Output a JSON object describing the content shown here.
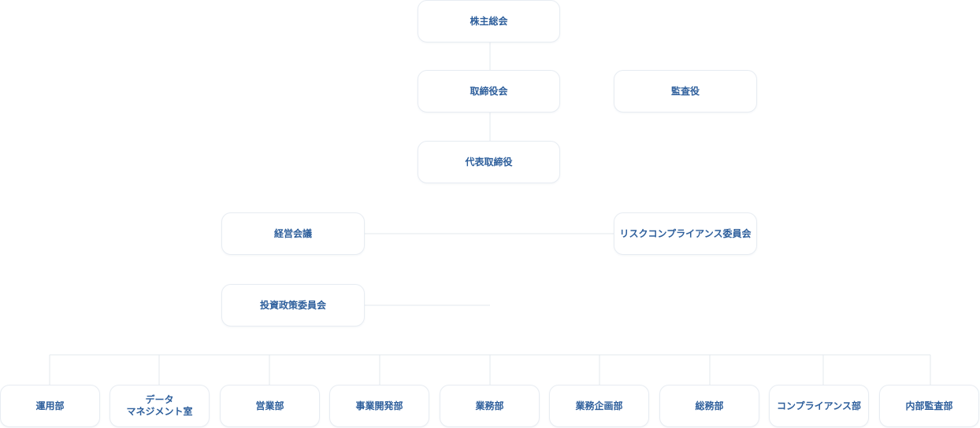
{
  "chart": {
    "shareholders": "株主総会",
    "board": "取締役会",
    "auditor": "監査役",
    "ceo": "代表取締役",
    "management_meeting": "経営会議",
    "risk_committee": "リスクコンプライアンス委員会",
    "investment_committee": "投資政策委員会",
    "departments": [
      {
        "line1": "運用部",
        "line2": ""
      },
      {
        "line1": "データ",
        "line2": "マネジメント室"
      },
      {
        "line1": "営業部",
        "line2": ""
      },
      {
        "line1": "事業開発部",
        "line2": ""
      },
      {
        "line1": "業務部",
        "line2": ""
      },
      {
        "line1": "業務企画部",
        "line2": ""
      },
      {
        "line1": "総務部",
        "line2": ""
      },
      {
        "line1": "コンプライアンス部",
        "line2": ""
      },
      {
        "line1": "内部監査部",
        "line2": ""
      }
    ]
  },
  "colors": {
    "text": "#2e5f9c",
    "border": "#e7ecf2",
    "line": "#e3e8ee"
  }
}
